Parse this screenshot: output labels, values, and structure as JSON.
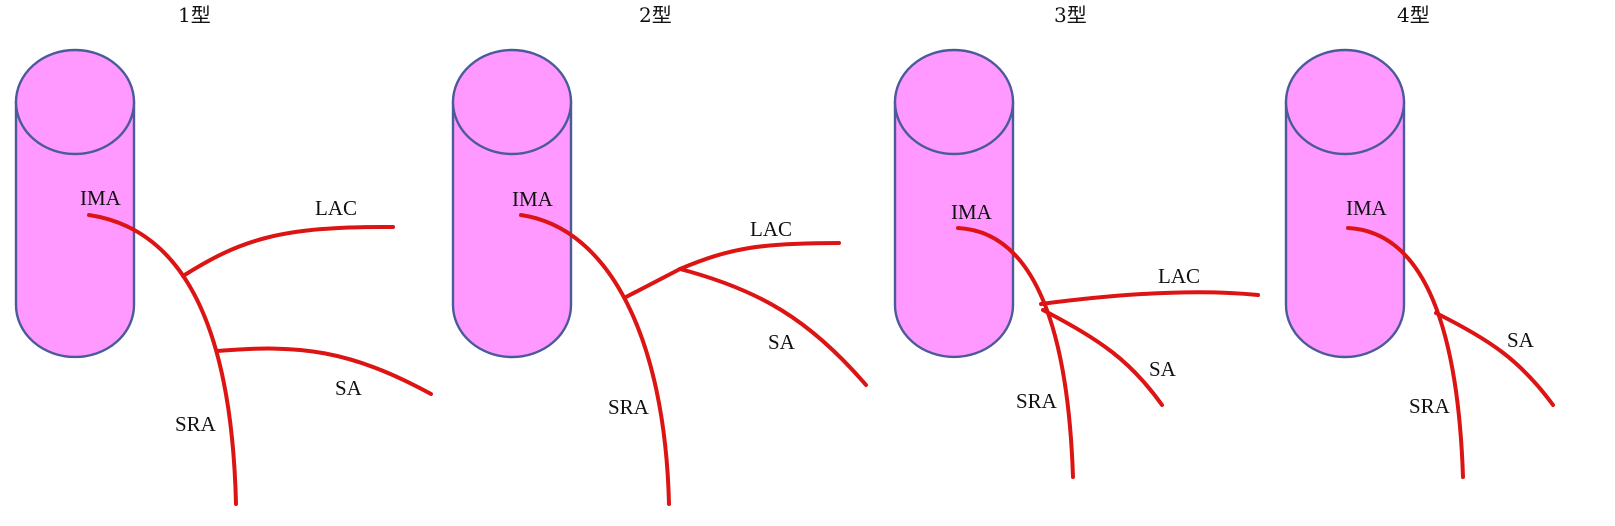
{
  "panels": [
    {
      "title": "1型",
      "labels": {
        "ima": "IMA",
        "lac": "LAC",
        "sa": "SA",
        "sra": "SRA"
      }
    },
    {
      "title": "2型",
      "labels": {
        "ima": "IMA",
        "lac": "LAC",
        "sa": "SA",
        "sra": "SRA"
      }
    },
    {
      "title": "3型",
      "labels": {
        "ima": "IMA",
        "lac": "LAC",
        "sa": "SA",
        "sra": "SRA"
      }
    },
    {
      "title": "4型",
      "labels": {
        "ima": "IMA",
        "sa": "SA",
        "sra": "SRA"
      }
    }
  ],
  "colors": {
    "vessel": "#dd1414",
    "cylinder_fill": "#ff99ff",
    "cylinder_stroke": "#4a5a9a"
  }
}
